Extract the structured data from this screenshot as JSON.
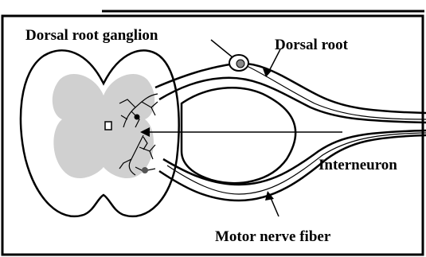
{
  "labels": {
    "dorsal_root_ganglion": "Dorsal root ganglion",
    "dorsal_root": "Dorsal root",
    "interneuron": "Interneuron",
    "motor_nerve_fiber": "Motor nerve fiber"
  },
  "colors": {
    "outline": "#000000",
    "gray_matter": "#d0d0d0",
    "background": "#ffffff"
  }
}
